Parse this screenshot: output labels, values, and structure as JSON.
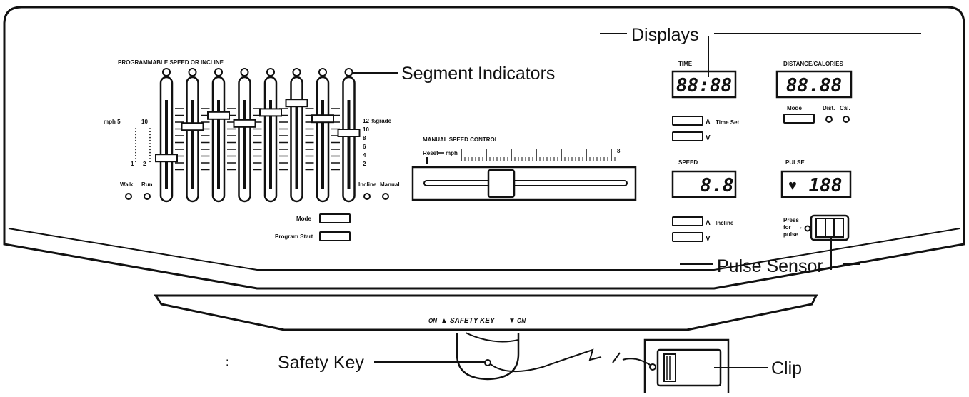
{
  "callouts": {
    "displays": "Displays",
    "segment_indicators": "Segment Indicators",
    "pulse_sensor": "Pulse Sensor",
    "safety_key": "Safety Key",
    "clip": "Clip"
  },
  "panel_labels": {
    "programmable": "PROGRAMMABLE SPEED OR INCLINE",
    "manual_speed": "MANUAL SPEED CONTROL",
    "time": "TIME",
    "distance_calories": "DISTANCE/CALORIES",
    "speed": "SPEED",
    "pulse": "PULSE",
    "mode_left": "Mode",
    "program_start": "Program Start",
    "walk": "Walk",
    "run": "Run",
    "incline": "Incline",
    "manual": "Manual",
    "time_set": "Time Set",
    "incline_btn": "Incline",
    "mode_right": "Mode",
    "dist": "Dist.",
    "cal": "Cal.",
    "reset": "Reset",
    "mph": "mph",
    "press_for_pulse": [
      "Press",
      "for",
      "pulse"
    ],
    "safety_key_text": "SAFETY KEY",
    "on_left": "ON",
    "on_right": "ON",
    "scale_left_top": "mph 5",
    "scale_left_top2": "10",
    "scale_left_bottom": "1",
    "scale_left_bottom2": "2",
    "scale_right": [
      "12 %grade",
      "10",
      "8",
      "6",
      "4",
      "2"
    ],
    "manual_max": "8"
  },
  "displays": {
    "time": "88:88",
    "distance": "88.88",
    "speed": "8.8",
    "pulse": "188"
  },
  "icons": {
    "heart": "heart-icon",
    "arrow_up": "arrow-up-icon",
    "arrow_down": "arrow-down-icon"
  },
  "sliders": {
    "count": 8,
    "positions": [
      0.08,
      0.48,
      0.62,
      0.52,
      0.66,
      0.78,
      0.58,
      0.4
    ]
  }
}
